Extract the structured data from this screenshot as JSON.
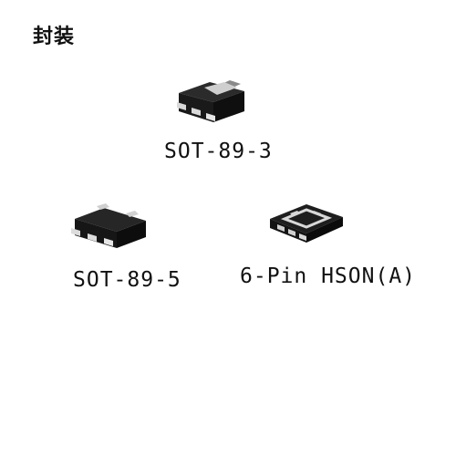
{
  "heading": "封装",
  "packages": [
    {
      "label": "SOT-89-3",
      "icon": "sot89-3-package-icon"
    },
    {
      "label": "SOT-89-5",
      "icon": "sot89-5-package-icon"
    },
    {
      "label": "6-Pin HSON(A)",
      "icon": "hson-6pin-package-icon"
    }
  ]
}
